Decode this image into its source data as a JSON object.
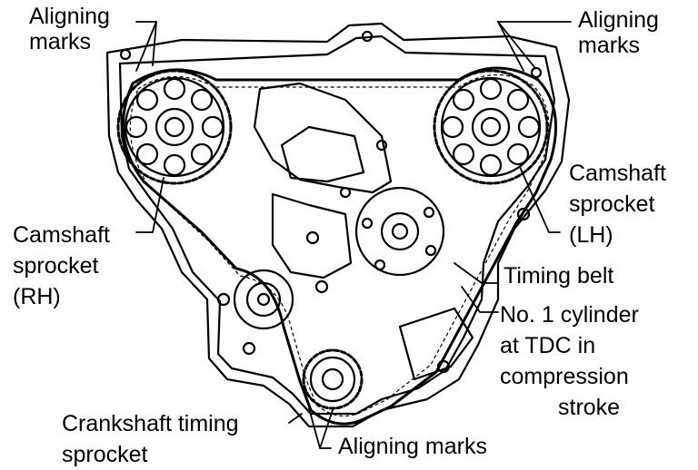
{
  "labels": {
    "aligning_marks_tl": [
      "Aligning",
      "marks"
    ],
    "aligning_marks_tr": [
      "Aligning",
      "marks"
    ],
    "camshaft_rh": [
      "Camshaft",
      "sprocket",
      "(RH)"
    ],
    "camshaft_lh": [
      "Camshaft",
      "sprocket",
      "(LH)"
    ],
    "timing_belt": "Timing belt",
    "tdc_note": [
      "No. 1 cylinder",
      "at TDC in",
      "compression",
      "stroke"
    ],
    "crankshaft": [
      "Crankshaft timing",
      "sprocket"
    ],
    "aligning_marks_bottom": "Aligning marks"
  },
  "colors": {
    "ink": "#000000",
    "paper": "#ffffff"
  }
}
